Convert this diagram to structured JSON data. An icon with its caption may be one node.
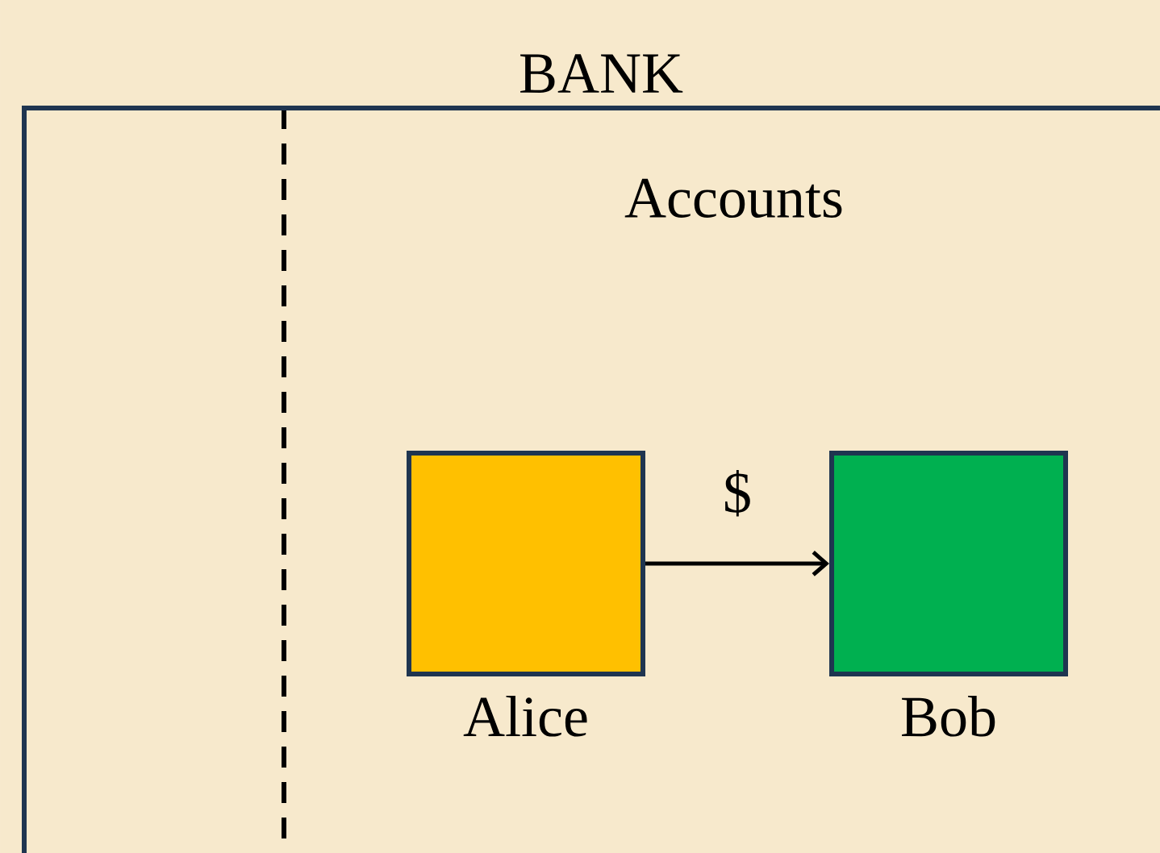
{
  "diagram": {
    "nodes": [
      {
        "text": [
          "BANK"
        ]
      },
      {
        "text": [
          "Alice"
        ],
        "in": 0
      },
      {
        "text": [
          "Bob"
        ],
        "in": 0
      }
    ],
    "edges": [
      {
        "from": 1,
        "to": 2,
        "arrow": "to",
        "label": "$"
      }
    ],
    "labels": [
      "Accounts"
    ]
  }
}
